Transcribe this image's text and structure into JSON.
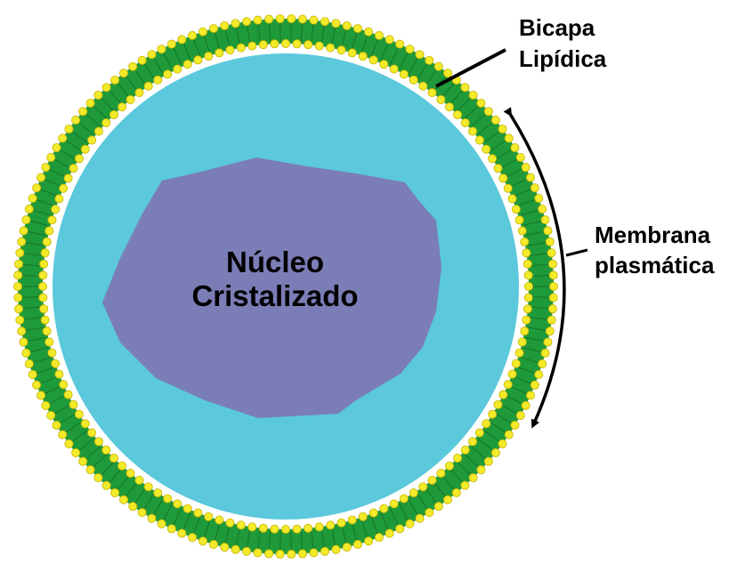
{
  "diagram": {
    "nucleus_label": [
      "Núcleo",
      "Cristalizado"
    ],
    "bilayer_label": [
      "Bicapa",
      "Lipídica"
    ],
    "membrane_label": [
      "Membrana",
      "plasmática"
    ]
  },
  "colors": {
    "background": "#ffffff",
    "cytoplasm": "#5bc8dc",
    "nucleus": "#7b7db6",
    "lipid_tail": "#1f9a3a",
    "lipid_head": "#f2ea2a",
    "lipid_head_stroke": "#c9b300",
    "line": "#000000"
  }
}
